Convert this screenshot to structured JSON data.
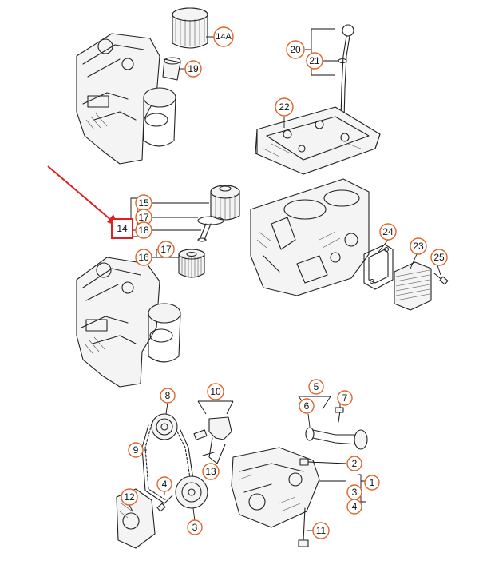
{
  "colors": {
    "callout_ring": "#e0662a",
    "highlight": "#e02020",
    "arrow": "#e02020",
    "line": "#222222"
  },
  "callouts": {
    "c14A": "14A",
    "c19": "19",
    "c20": "20",
    "c21": "21",
    "c22": "22",
    "c15": "15",
    "c17a": "17",
    "c18": "18",
    "c16": "16",
    "c17b": "17",
    "c24": "24",
    "c23": "23",
    "c25": "25",
    "c8": "8",
    "c10": "10",
    "c5": "5",
    "c6": "6",
    "c7": "7",
    "c9": "9",
    "c2": "2",
    "c13": "13",
    "c1": "1",
    "c3b": "3",
    "c4b": "4",
    "c4a": "4",
    "c12": "12",
    "c3a": "3",
    "c11": "11"
  },
  "highlighted_label": "14"
}
